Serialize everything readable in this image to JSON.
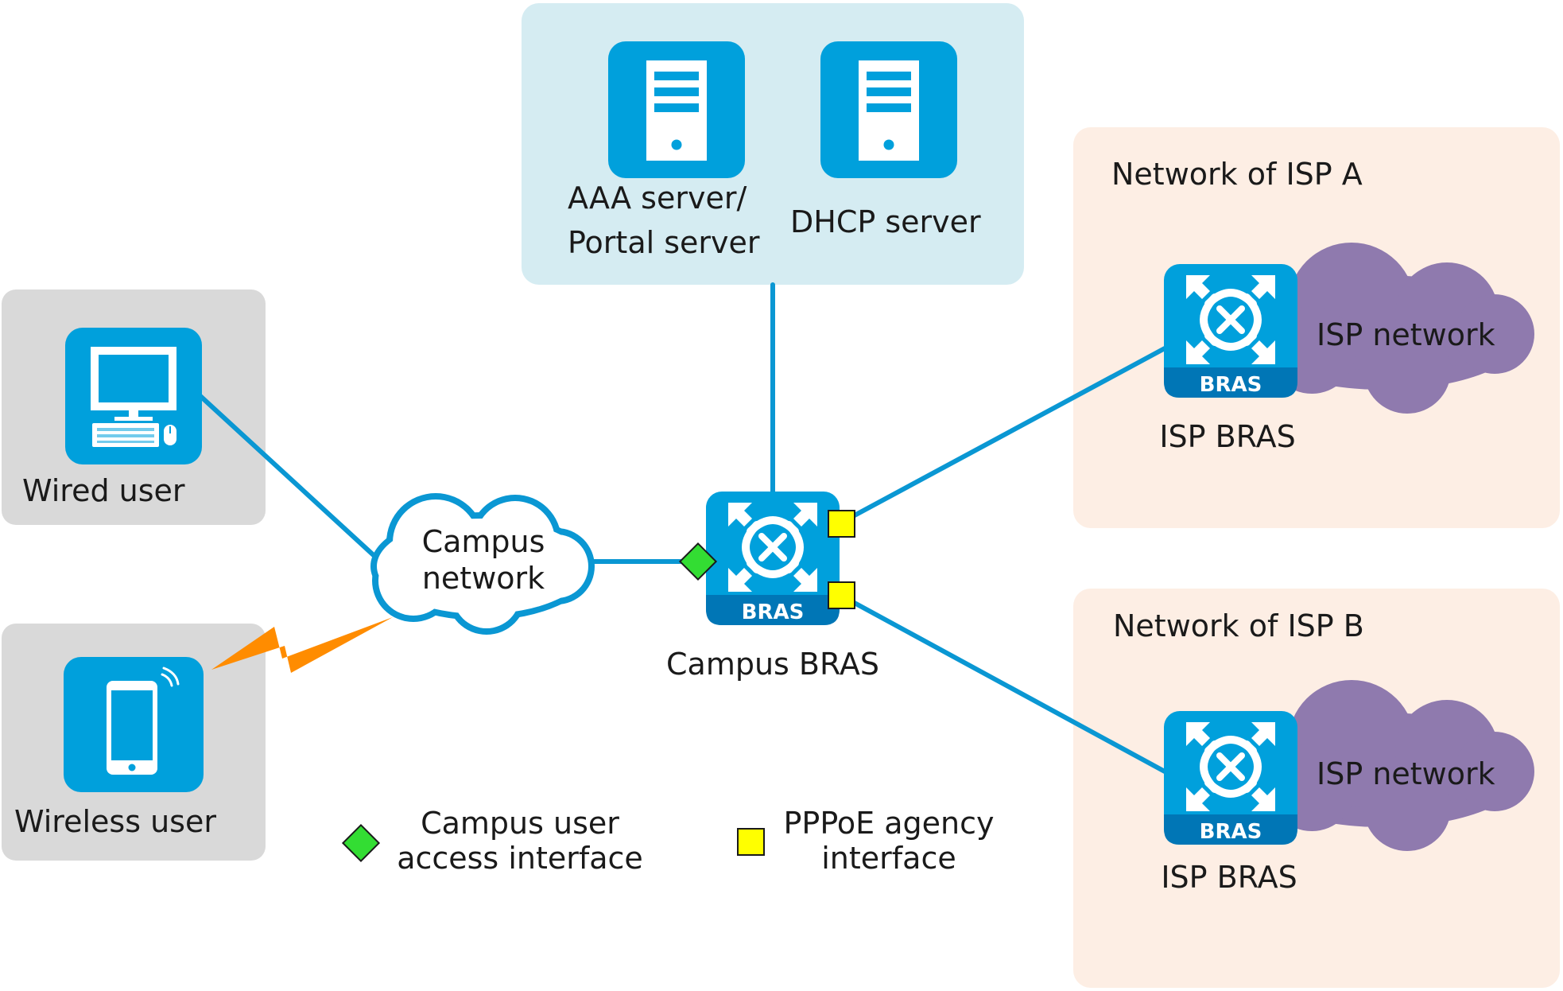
{
  "labels": {
    "aaa_line1": "AAA server/",
    "aaa_line2": "Portal server",
    "dhcp": "DHCP server",
    "isp_a_title": "Network of ISP A",
    "isp_b_title": "Network of ISP B",
    "isp_network_a": "ISP network",
    "isp_network_b": "ISP network",
    "isp_bras_a": "ISP BRAS",
    "isp_bras_b": "ISP BRAS",
    "bras_tag_campus": "BRAS",
    "bras_tag_isp_a": "BRAS",
    "bras_tag_isp_b": "BRAS",
    "wired_user": "Wired user",
    "wireless_user": "Wireless user",
    "campus_net_line1": "Campus",
    "campus_net_line2": "network",
    "campus_bras": "Campus BRAS"
  },
  "legend": {
    "campus_iface_line1": "Campus user",
    "campus_iface_line2": "access interface",
    "pppoe_iface_line1": "PPPoE agency",
    "pppoe_iface_line2": "interface"
  },
  "colors": {
    "device_blue": "#00a0dc",
    "device_dark": "#0076b6",
    "link_blue": "#0a97d3",
    "server_panel": "#d5ecf2",
    "isp_panel": "#fdeee4",
    "user_panel": "#d9d9d9",
    "isp_cloud": "#8f7aae",
    "campus_iface_green": "#33dd33",
    "pppoe_iface_yellow": "#ffff00",
    "wireless_bolt": "#ff8c00"
  },
  "icons": {
    "server": "server-icon",
    "pc": "desktop-pc-icon",
    "phone": "mobile-phone-icon",
    "bras": "bras-router-icon",
    "cloud": "cloud-icon",
    "wireless": "lightning-bolt-icon"
  }
}
